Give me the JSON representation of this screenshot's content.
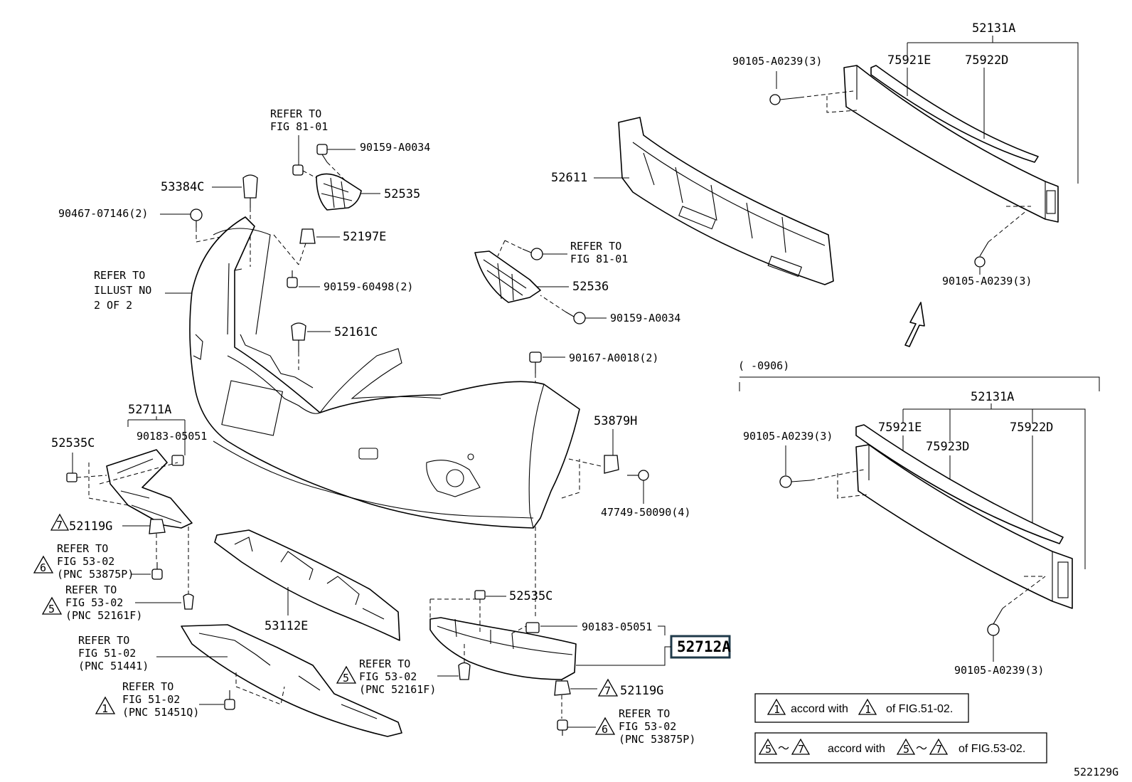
{
  "parts": {
    "p52131A_top": "52131A",
    "p75921E_top": "75921E",
    "p75922D_top": "75922D",
    "p90105_top_a": "90105-A0239(3)",
    "p90105_top_b": "90105-A0239(3)",
    "p52611": "52611",
    "refer_81_a_1": "REFER TO",
    "refer_81_a_2": "FIG 81-01",
    "p90159_A0034_a": "90159-A0034",
    "p52535": "52535",
    "p53384C": "53384C",
    "p90467": "90467-07146(2)",
    "p52197E": "52197E",
    "refer_illust_1": "REFER TO",
    "refer_illust_2": "ILLUST NO",
    "refer_illust_3": "2 OF 2",
    "p90159_60498": "90159-60498(2)",
    "p52161C": "52161C",
    "refer_81_b_1": "REFER TO",
    "refer_81_b_2": "FIG 81-01",
    "p52536": "52536",
    "p90159_A0034_b": "90159-A0034",
    "p90167": "90167-A0018(2)",
    "range_label": "(      -0906)",
    "p52131A_bot": "52131A",
    "p75921E_bot": "75921E",
    "p75923D": "75923D",
    "p75922D_bot": "75922D",
    "p90105_bot_a": "90105-A0239(3)",
    "p90105_bot_b": "90105-A0239(3)",
    "p52711A": "52711A",
    "p90183_a": "90183-05051",
    "p52535C_a": "52535C",
    "p53879H": "53879H",
    "p47749": "47749-50090(4)",
    "p52119G_a": "52119G",
    "refer_53_a_1": "REFER TO",
    "refer_53_a_2": "FIG 53-02",
    "refer_53_a_3": "(PNC 53875P)",
    "refer_53_b_1": "REFER TO",
    "refer_53_b_2": "FIG 53-02",
    "refer_53_b_3": "(PNC 52161F)",
    "p53112E": "53112E",
    "refer_51_a_1": "REFER TO",
    "refer_51_a_2": "FIG 51-02",
    "refer_51_a_3": "(PNC 51441)",
    "refer_51_b_1": "REFER TO",
    "refer_51_b_2": "FIG 51-02",
    "refer_51_b_3": "(PNC 51451Q)",
    "p52535C_b": "52535C",
    "p90183_b": "90183-05051",
    "p52712A": "52712A",
    "refer_53_c_1": "REFER TO",
    "refer_53_c_2": "FIG 53-02",
    "refer_53_c_3": "(PNC 52161F)",
    "p52119G_b": "52119G",
    "refer_53_d_1": "REFER TO",
    "refer_53_d_2": "FIG 53-02",
    "refer_53_d_3": "(PNC 53875P)"
  },
  "badges": {
    "b7": "7",
    "b6": "6",
    "b5": "5",
    "b1": "1",
    "b5c": "5",
    "b7d": "7",
    "b6d": "6"
  },
  "notes": {
    "n1_badge": "1",
    "n1_text": "accord with",
    "n1_badge2": "1",
    "n1_tail": "of FIG.51-02.",
    "n2_badge_a": "5",
    "n2_tilde": "〜",
    "n2_badge_b": "7",
    "n2_text": "accord with",
    "n2_badge_c": "5",
    "n2_tilde2": "〜",
    "n2_badge_d": "7",
    "n2_tail": "of FIG.53-02."
  },
  "figure_id": "522129G",
  "colors": {
    "line": "#000000",
    "highlight_border": "#1f3a4a"
  }
}
